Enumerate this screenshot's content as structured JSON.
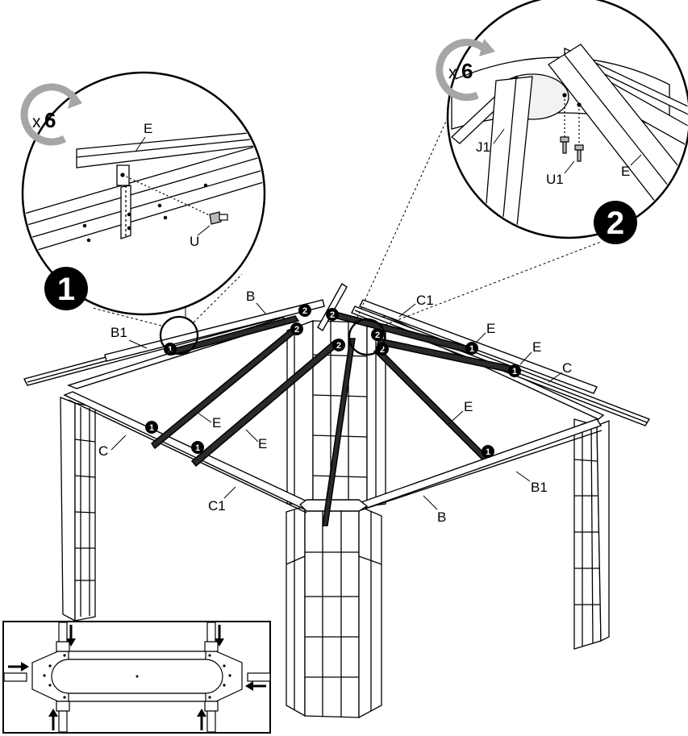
{
  "labels": {
    "E": "E",
    "U": "U",
    "U1": "U1",
    "J1": "J1",
    "B": "B",
    "B1": "B1",
    "C": "C",
    "C1": "C1"
  },
  "steps": {
    "one": "1",
    "two": "2"
  },
  "repeat": {
    "x": "x",
    "count": "6"
  },
  "colors": {
    "line": "#000000",
    "arrow_gray": "#a6a6a6",
    "badge": "#000000"
  },
  "icons": {
    "repeat": "circular-arrow-icon",
    "down_arrow": "arrow-down-icon",
    "right_arrow": "arrow-right-icon",
    "left_arrow": "arrow-left-icon",
    "up_arrow": "arrow-up-icon"
  }
}
